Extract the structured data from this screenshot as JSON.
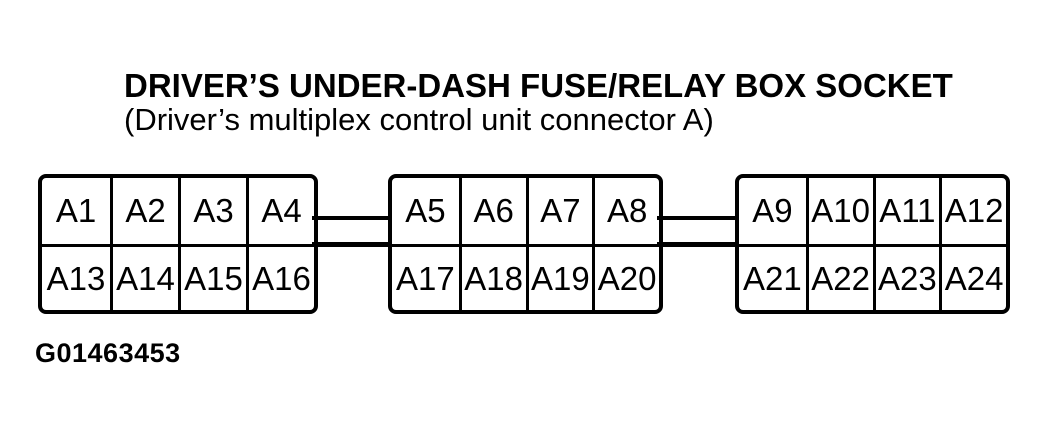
{
  "header": {
    "title": "DRIVER’S UNDER-DASH FUSE/RELAY BOX SOCKET",
    "subtitle": "(Driver’s multiplex control unit connector A)"
  },
  "diagram": {
    "colors": {
      "ink": "#000000",
      "paper": "#ffffff"
    },
    "blocks": [
      {
        "cells": [
          "A1",
          "A2",
          "A3",
          "A4",
          "A13",
          "A14",
          "A15",
          "A16"
        ]
      },
      {
        "cells": [
          "A5",
          "A6",
          "A7",
          "A8",
          "A17",
          "A18",
          "A19",
          "A20"
        ]
      },
      {
        "cells": [
          "A9",
          "A10",
          "A11",
          "A12",
          "A21",
          "A22",
          "A23",
          "A24"
        ]
      }
    ]
  },
  "footer": {
    "figure_id": "G01463453"
  }
}
